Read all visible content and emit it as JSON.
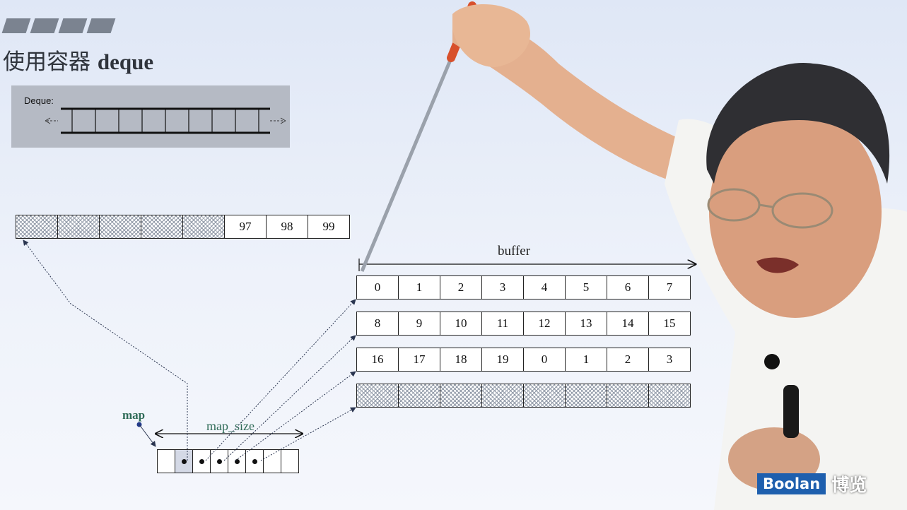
{
  "slide": {
    "title_cn": "使用容器",
    "title_en": "deque"
  },
  "deque_diagram": {
    "label": "Deque:",
    "cell_count": 9
  },
  "top_buffer": {
    "hatched_cells": 5,
    "values": [
      "97",
      "98",
      "99"
    ]
  },
  "buffer": {
    "label": "buffer",
    "rows": [
      [
        "0",
        "1",
        "2",
        "3",
        "4",
        "5",
        "6",
        "7"
      ],
      [
        "8",
        "9",
        "10",
        "11",
        "12",
        "13",
        "14",
        "15"
      ],
      [
        "16",
        "17",
        "18",
        "19",
        "0",
        "1",
        "2",
        "3"
      ]
    ],
    "hatched_row_cells": 8
  },
  "map": {
    "label": "map",
    "size_label": "map_size",
    "cells": [
      false,
      true,
      true,
      true,
      true,
      true,
      false,
      false
    ]
  },
  "logo": {
    "brand": "Boolan",
    "brand_cn": "博览"
  },
  "colors": {
    "label_green": "#2f6b57",
    "logo_blue": "#1e5fae",
    "pointer_red": "#d8502c"
  }
}
